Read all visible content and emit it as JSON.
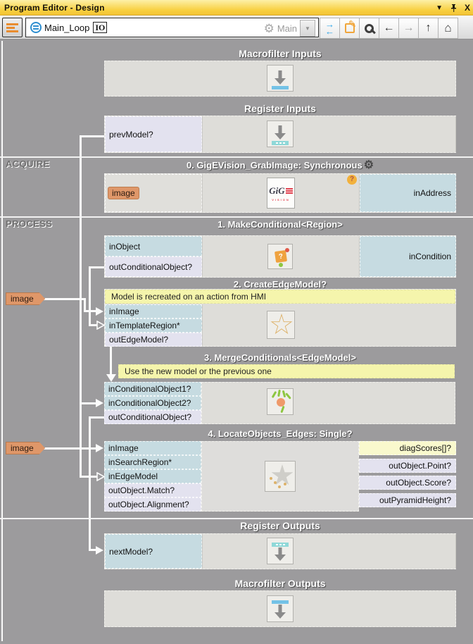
{
  "window": {
    "title": "Program Editor - Design",
    "menu_glyph": "▼",
    "close_glyph": "X"
  },
  "toolbar": {
    "macro_name": "Main_Loop",
    "variant_badge": "IO",
    "context_gear_glyph": "⚙",
    "context_label": "Main",
    "dropdown_glyph": "▼",
    "swap_top_glyph": "→",
    "swap_bottom_glyph": "←",
    "edit_glyph": "✎",
    "back_glyph": "←",
    "forward_glyph": "→",
    "up_glyph": "↑",
    "home_glyph": "⌂"
  },
  "canvas": {
    "sections": [
      {
        "label": "ACQUIRE"
      },
      {
        "label": "PROCESS"
      }
    ],
    "group_headers": [
      "Macrofilter Inputs",
      "Register Inputs",
      "Register Outputs",
      "Macrofilter Outputs"
    ],
    "register_ports": {
      "input": "prevModel?",
      "output": "nextModel?"
    },
    "badges": [
      "image",
      "image"
    ],
    "blocks": [
      {
        "title": "0. GigEVision_GrabImage: Synchronous",
        "gear_glyph": "⚙",
        "help_glyph": "?",
        "output_chip": "image",
        "right_port": "inAddress",
        "logo_text": "GiG",
        "logo_sub": "VISION"
      },
      {
        "title": "1. MakeConditional<Region>",
        "left_ports": [
          "inObject",
          "outConditionalObject?"
        ],
        "right_port": "inCondition",
        "icon_glyph": "?"
      },
      {
        "title": "2. CreateEdgeModel?",
        "comment": "Model is recreated on an action from HMI",
        "left_ports": [
          "inImage",
          "inTemplateRegion*",
          "outEdgeModel?"
        ]
      },
      {
        "title": "3. MergeConditionals<EdgeModel>",
        "comment": "Use the new model or the previous one",
        "left_ports": [
          "inConditionalObject1?",
          "inConditionalObject2?",
          "outConditionalObject?"
        ]
      },
      {
        "title": "4. LocateObjects_Edges: Single?",
        "left_ports": [
          "inImage",
          "inSearchRegion*",
          "inEdgeModel",
          "outObject.Match?",
          "outObject.Alignment?"
        ],
        "right_ports": [
          "diagScores[]?",
          "outObject.Point?",
          "outObject.Score?",
          "outPyramidHeight?"
        ]
      }
    ],
    "colors": {
      "accent_orange": "#df9769",
      "port_blue": "#c6dbe1",
      "port_lavender": "#e3e2ef",
      "comment_yellow": "#f5f5ac",
      "diag_yellow": "#f9f9cd",
      "connection_white": "#fbfbfb"
    }
  }
}
